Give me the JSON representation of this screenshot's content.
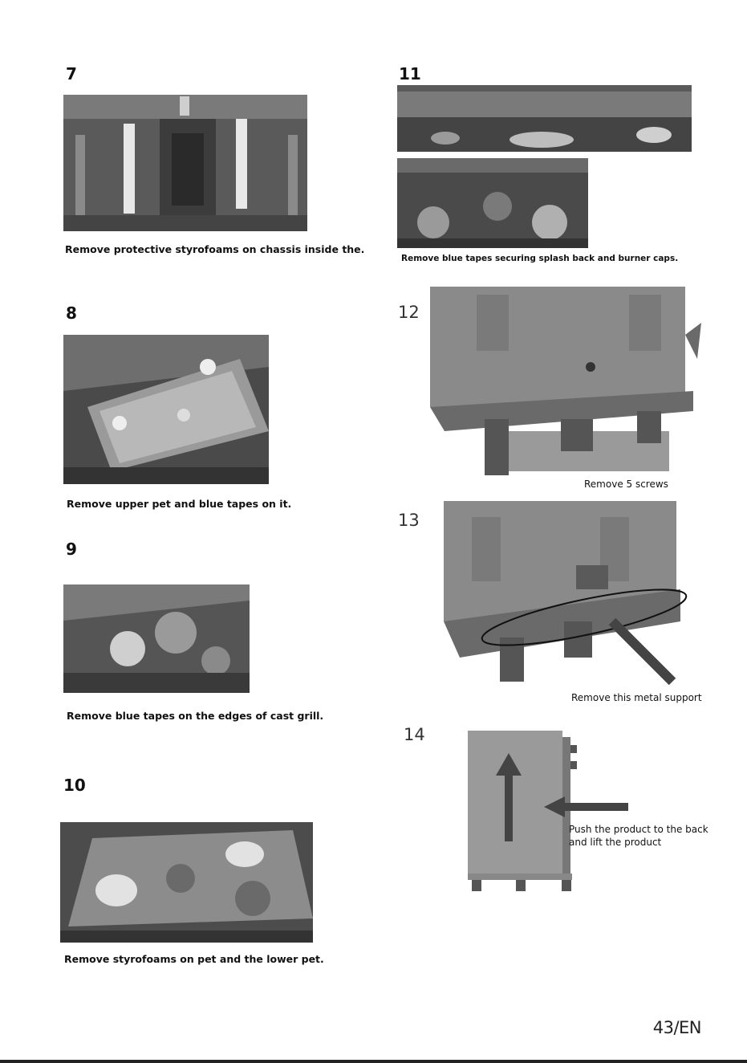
{
  "page_number": "43/EN",
  "steps": [
    {
      "number": "7",
      "caption": "Remove protective styrofoams on chassis inside the."
    },
    {
      "number": "8",
      "caption": "Remove upper pet and blue tapes on it."
    },
    {
      "number": "9",
      "caption": "Remove blue tapes on the edges of cast grill."
    },
    {
      "number": "10",
      "caption": "Remove styrofoams on pet and the lower pet."
    },
    {
      "number": "11",
      "caption": "Remove blue tapes securing splash back and burner caps."
    },
    {
      "number": "12",
      "callout": "Remove 5 screws"
    },
    {
      "number": "13",
      "callout": "Remove this metal support"
    },
    {
      "number": "14",
      "callout_line1": "Push the product to the back",
      "callout_line2": "and lift the product"
    }
  ]
}
